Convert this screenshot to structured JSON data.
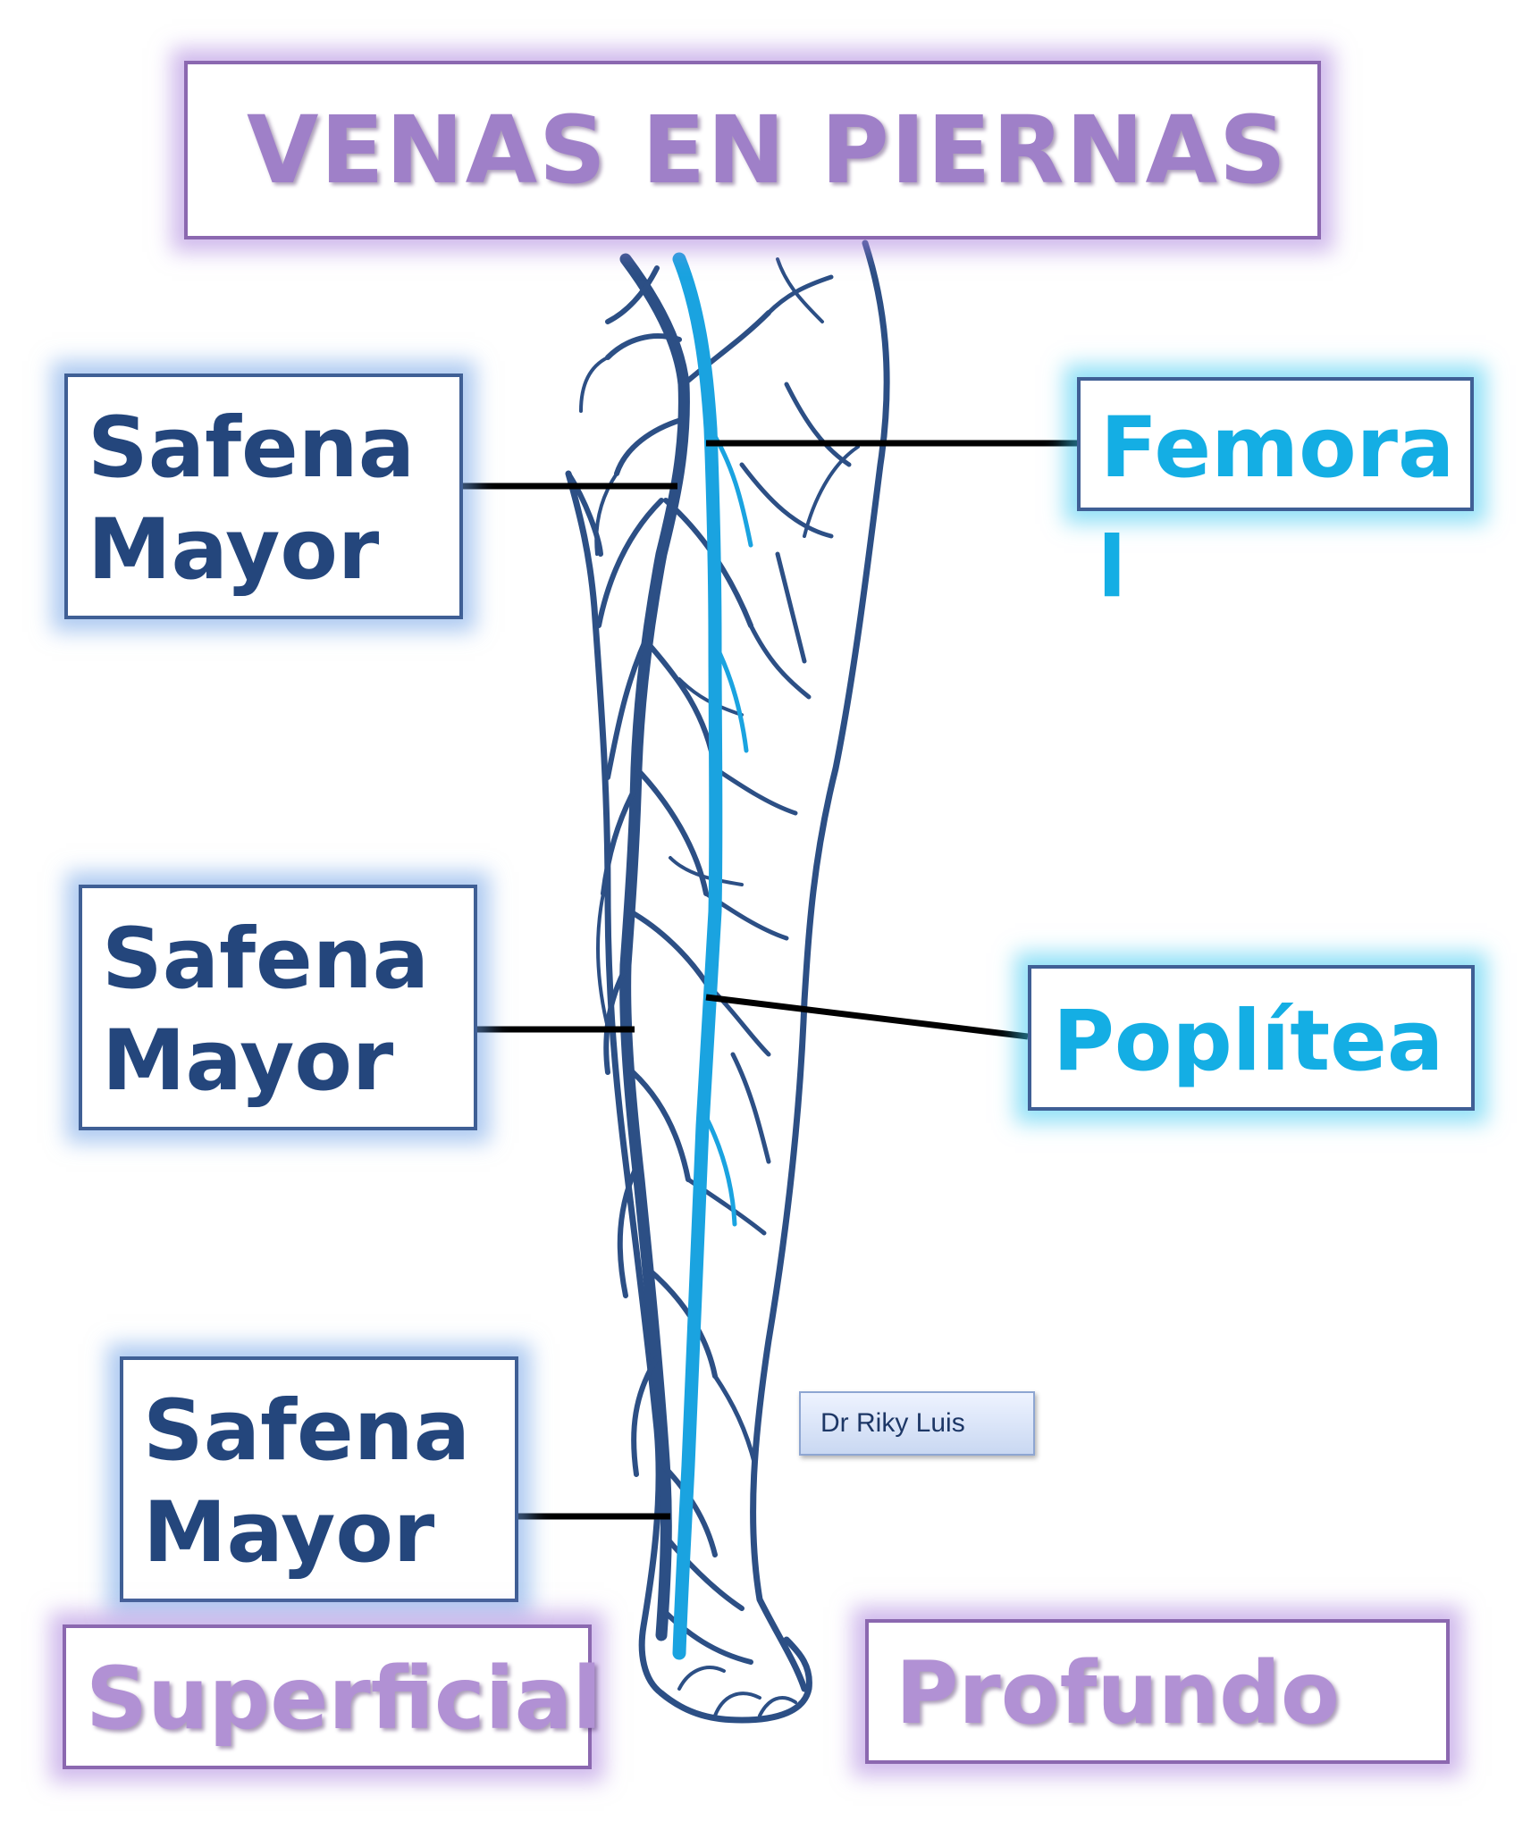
{
  "title": "VENAS EN PIERNAS",
  "left_labels": [
    {
      "line1": "Safena",
      "line2": "Mayor"
    },
    {
      "line1": "Safena",
      "line2": "Mayor"
    },
    {
      "line1": "Safena",
      "line2": "Mayor"
    }
  ],
  "right_labels": {
    "femoral_line1": "Femora",
    "femoral_line2": "l",
    "poplitea": "Poplítea"
  },
  "categories": {
    "superficial": "Superficial",
    "profundo": "Profundo"
  },
  "signature": "Dr Riky Luis",
  "colors": {
    "vein_dark": "#2c4f85",
    "vein_light": "#1aa3e0",
    "title": "#9f80c8",
    "safena_text": "#24467c",
    "deep_text": "#14aee4"
  }
}
